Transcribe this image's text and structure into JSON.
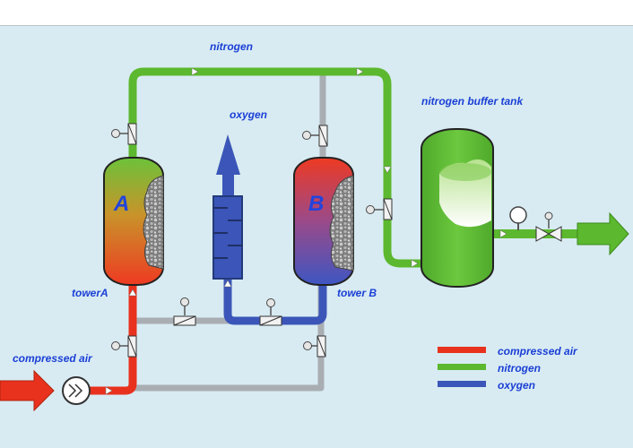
{
  "labels": {
    "nitrogen": "nitrogen",
    "oxygen": "oxygen",
    "buffer_tank": "nitrogen buffer tank",
    "tower_a": "towerA",
    "tower_b": "tower B",
    "tower_a_letter": "A",
    "tower_b_letter": "B",
    "compressed_air": "compressed air"
  },
  "legend": [
    {
      "label": "compressed air",
      "color": "#e8321e"
    },
    {
      "label": "nitrogen",
      "color": "#5cb82e"
    },
    {
      "label": "oxygen",
      "color": "#3b56b8"
    }
  ],
  "colors": {
    "compressed_air": "#e8321e",
    "nitrogen": "#5cb82e",
    "oxygen": "#3b56b8",
    "pipe_gray": "#a9aeb3",
    "background": "#d8ebf2"
  }
}
